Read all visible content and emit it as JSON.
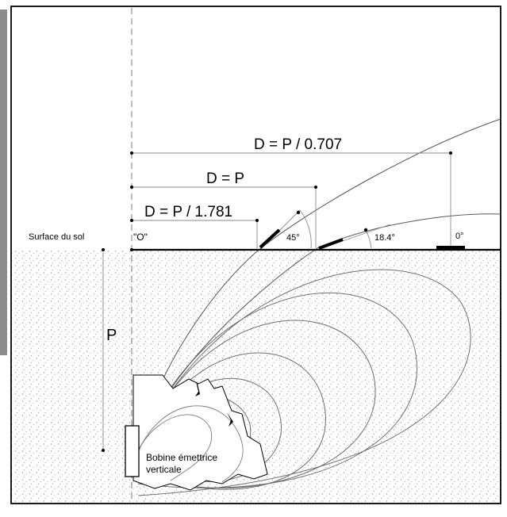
{
  "labels": {
    "surface": "Surface du sol",
    "depth": "P",
    "coil_line1": "Bobine émettrice",
    "coil_line2": "verticale"
  },
  "dimensions": [
    {
      "label": "D = P / 0.707"
    },
    {
      "label": "D = P"
    },
    {
      "label": "D = P / 1.781"
    }
  ],
  "angles": [
    {
      "label": "\"O\""
    },
    {
      "label": "45°"
    },
    {
      "label": "18.4°"
    },
    {
      "label": "0°"
    }
  ],
  "colors": {
    "ink": "#000000",
    "field_line": "#6f6f6f",
    "soil_dot": "#9a9a9a",
    "side_bar": "#8c8c8c",
    "dashed_axis": "#9a9a9a",
    "guide": "#8a8a8a"
  }
}
